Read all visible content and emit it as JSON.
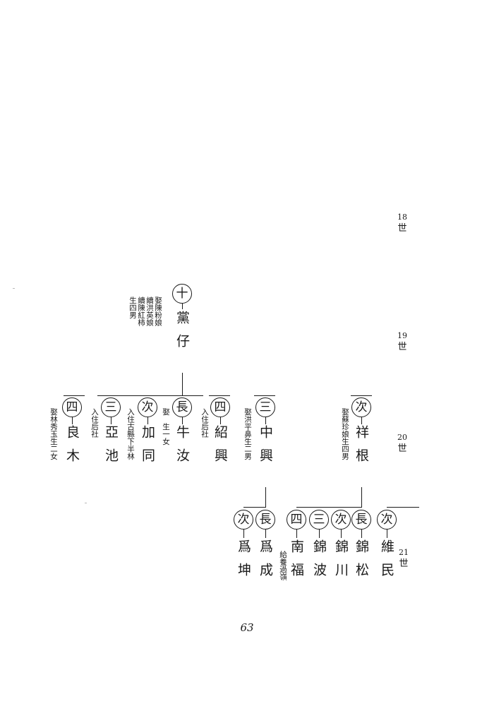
{
  "generations": [
    {
      "num": "18",
      "char": "世"
    },
    {
      "num": "19",
      "char": "世"
    },
    {
      "num": "20",
      "char": "世"
    },
    {
      "num": "21",
      "char": "世"
    }
  ],
  "gen19": {
    "badge": "十",
    "name": "黨仔",
    "note": "娶陳粉娘\n續洪英娘\n續陳紅柿\n生四男"
  },
  "gen20": [
    {
      "badge": "長",
      "name": "牛汝",
      "note": "娶　生一女"
    },
    {
      "badge": "次",
      "name": "加同",
      "note": "入住古縣下半林"
    },
    {
      "badge": "三",
      "name": "亞池",
      "note": "入住后社"
    },
    {
      "badge": "四",
      "name": "良木",
      "note": "娶林秀玉生二女"
    },
    {
      "badge": "四",
      "name": "紹興",
      "note": "入住后社"
    },
    {
      "badge": "三",
      "name": "中興",
      "note": "娶洪平鼻生二男"
    },
    {
      "badge": "次",
      "name": "祥根",
      "note": "娶蘇珍娘生四男"
    }
  ],
  "gen21": [
    {
      "badge": "長",
      "name": "爲成",
      "note": ""
    },
    {
      "badge": "次",
      "name": "爲坤",
      "note": ""
    },
    {
      "badge": "長",
      "name": "錦松",
      "note": ""
    },
    {
      "badge": "次",
      "name": "錦川",
      "note": ""
    },
    {
      "badge": "三",
      "name": "錦波",
      "note": ""
    },
    {
      "badge": "四",
      "name": "南福",
      "note": "給養過嶺"
    },
    {
      "badge": "次",
      "name": "維民",
      "note": ""
    }
  ],
  "page_number": "63"
}
